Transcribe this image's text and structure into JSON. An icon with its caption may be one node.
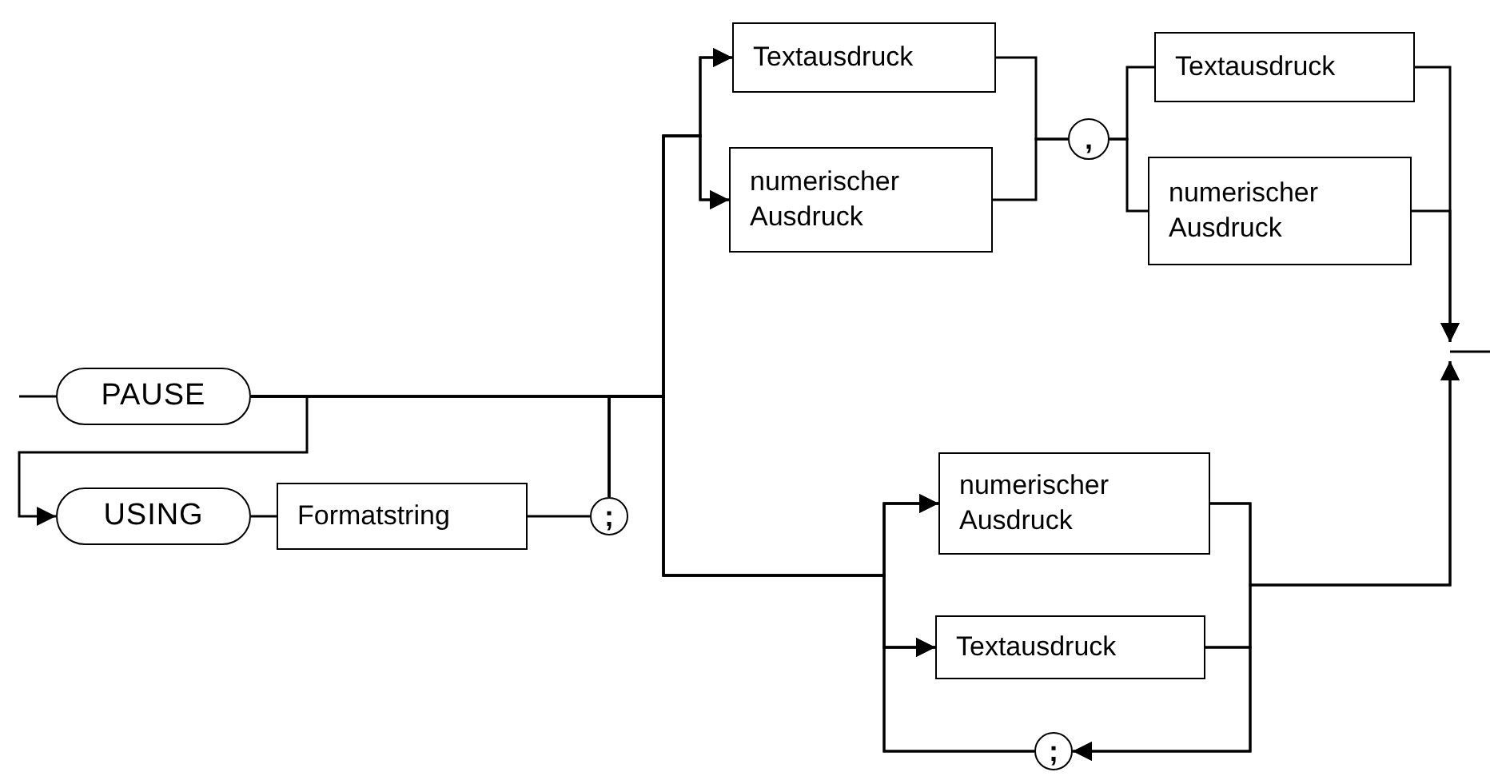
{
  "diagram": {
    "nodes": [
      {
        "text": [
          "PAUSE"
        ]
      },
      {
        "text": [
          "USING"
        ]
      },
      {
        "text": [
          "Formatstring"
        ]
      },
      {
        "text": [
          ";"
        ]
      },
      {
        "text": [
          "Textausdruck"
        ]
      },
      {
        "text": [
          "numerischer Ausdruck"
        ]
      },
      {
        "text": [
          ","
        ]
      },
      {
        "text": [
          "Textausdruck"
        ]
      },
      {
        "text": [
          "numerischer Ausdruck"
        ]
      },
      {
        "text": [
          "numerischer Ausdruck"
        ]
      },
      {
        "text": [
          "Textausdruck"
        ]
      },
      {
        "text": [
          ";"
        ]
      }
    ],
    "edges": [
      {
        "from": null,
        "to": 0,
        "arrow": "none"
      },
      {
        "from": 0,
        "to": 1,
        "arrow": "to"
      },
      {
        "from": 1,
        "to": 2,
        "arrow": "none"
      },
      {
        "from": 2,
        "to": 3,
        "arrow": "none"
      },
      {
        "from": 3,
        "to": 4,
        "arrow": "to"
      },
      {
        "from": 3,
        "to": 5,
        "arrow": "to"
      },
      {
        "from": 3,
        "to": 9,
        "arrow": "to"
      },
      {
        "from": 3,
        "to": 10,
        "arrow": "to"
      },
      {
        "from": 0,
        "to": 4,
        "arrow": "to"
      },
      {
        "from": 0,
        "to": 5,
        "arrow": "to"
      },
      {
        "from": 0,
        "to": 9,
        "arrow": "to"
      },
      {
        "from": 0,
        "to": 10,
        "arrow": "to"
      },
      {
        "from": 4,
        "to": 6,
        "arrow": "none"
      },
      {
        "from": 5,
        "to": 6,
        "arrow": "none"
      },
      {
        "from": 6,
        "to": 7,
        "arrow": "none"
      },
      {
        "from": 6,
        "to": 8,
        "arrow": "none"
      },
      {
        "from": 7,
        "to": null,
        "arrow": "to"
      },
      {
        "from": 8,
        "to": null,
        "arrow": "to"
      },
      {
        "from": 9,
        "to": null,
        "arrow": "to"
      },
      {
        "from": 10,
        "to": null,
        "arrow": "to"
      },
      {
        "from": 9,
        "to": 11,
        "arrow": "to"
      },
      {
        "from": 10,
        "to": 11,
        "arrow": "to"
      },
      {
        "from": 11,
        "to": 9,
        "arrow": "none"
      },
      {
        "from": 11,
        "to": 10,
        "arrow": "none"
      }
    ]
  }
}
